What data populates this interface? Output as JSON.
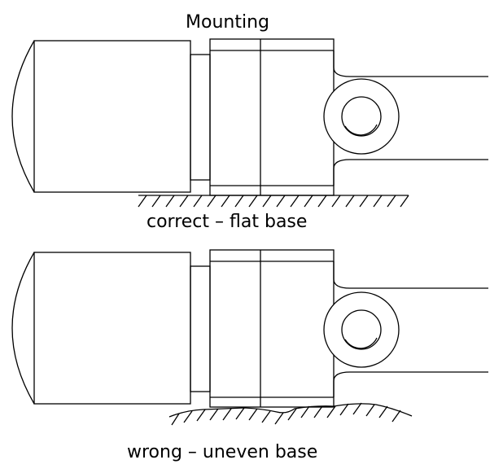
{
  "diagram": {
    "title": "Mounting",
    "views": [
      {
        "caption": "correct – flat base"
      },
      {
        "caption": "wrong – uneven base"
      }
    ],
    "stroke_color": "#000000",
    "background_color": "#ffffff"
  }
}
